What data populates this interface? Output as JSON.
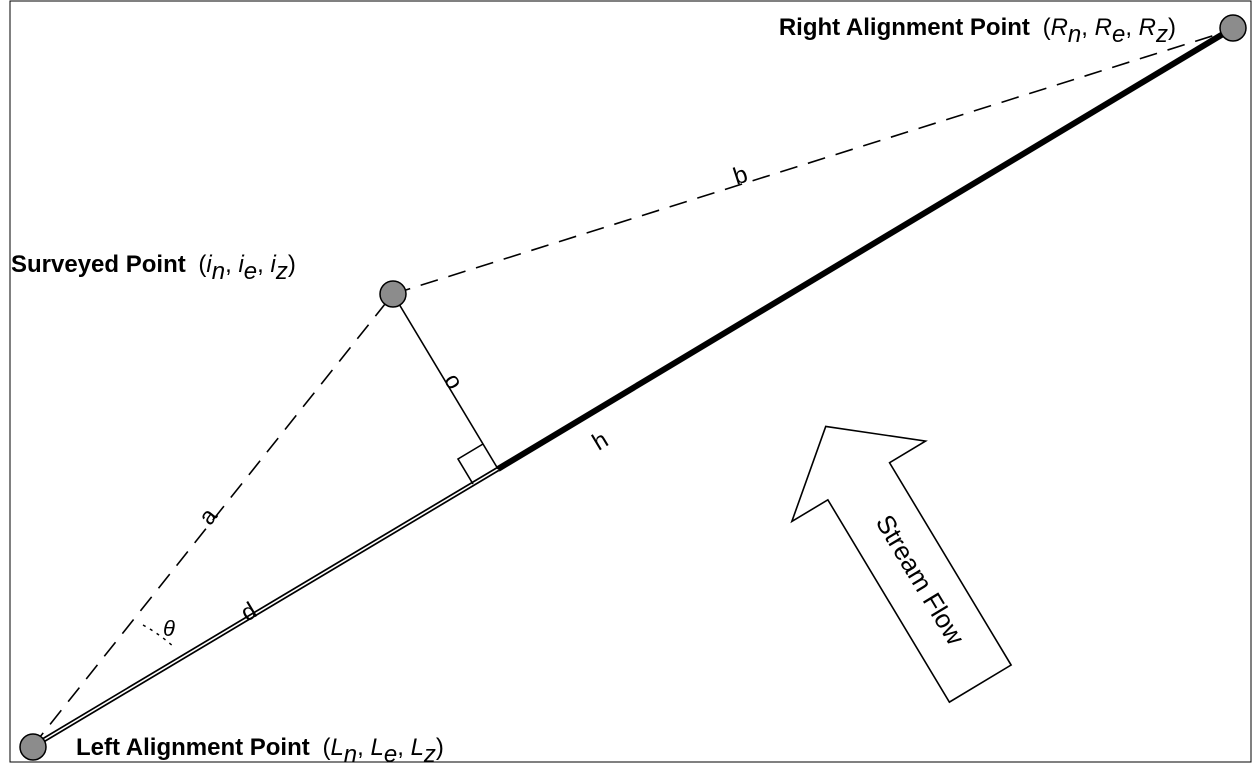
{
  "points": {
    "right": {
      "title": "Right Alignment Point",
      "open": "(",
      "c1": "R",
      "s1": "n",
      "sep1": ", ",
      "c2": "R",
      "s2": "e",
      "sep2": ", ",
      "c3": "R",
      "s3": "z",
      "close": ")"
    },
    "surveyed": {
      "title": "Surveyed Point",
      "open": "(",
      "c1": "i",
      "s1": "n",
      "sep1": ", ",
      "c2": "i",
      "s2": "e",
      "sep2": ", ",
      "c3": "i",
      "s3": "z",
      "close": ")"
    },
    "left": {
      "title": "Left Alignment Point",
      "open": "(",
      "c1": "L",
      "s1": "n",
      "sep1": ", ",
      "c2": "L",
      "s2": "e",
      "sep2": ", ",
      "c3": "L",
      "s3": "z",
      "close": ")"
    }
  },
  "segments": {
    "a": "a",
    "b": "b",
    "o": "o",
    "d": "d",
    "h": "h",
    "theta": "θ"
  },
  "arrow": {
    "label": "Stream Flow"
  },
  "colors": {
    "point_fill": "#8c8c8c",
    "stroke": "#000000",
    "background": "#ffffff"
  }
}
